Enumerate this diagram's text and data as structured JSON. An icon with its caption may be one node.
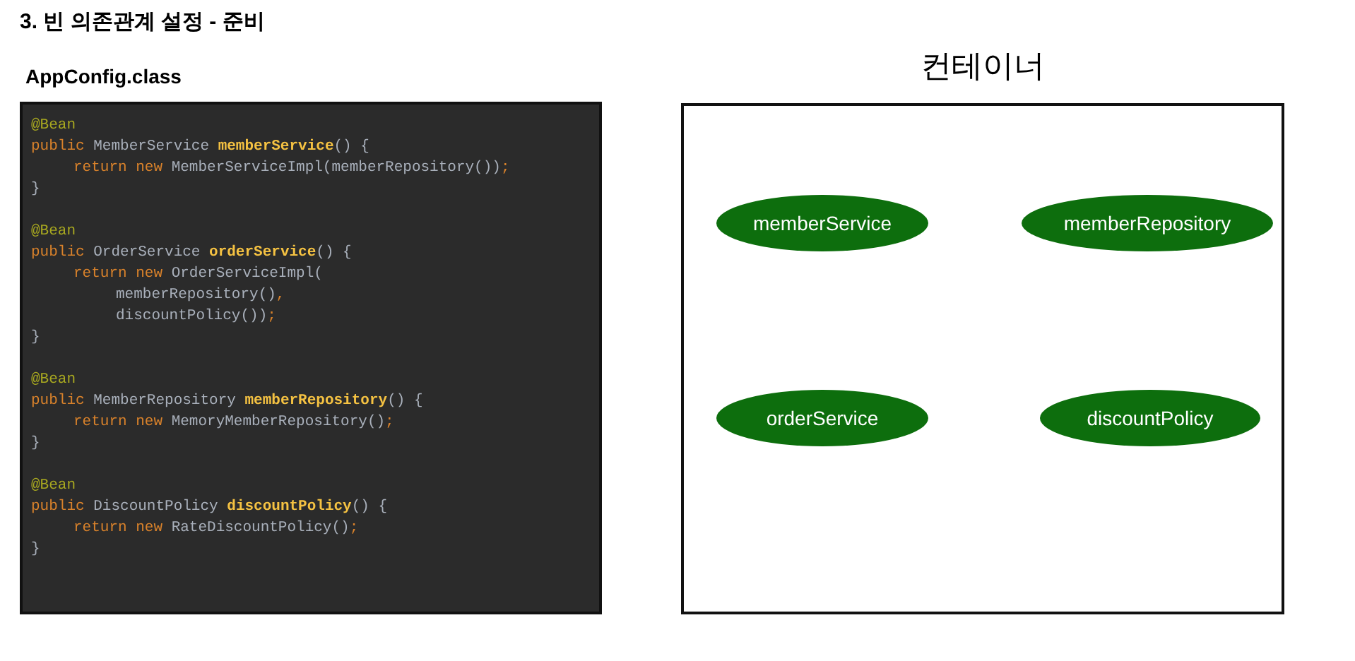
{
  "diagram": {
    "title": "3. 빈 의존관계 설정 - 준비",
    "nodes": [
      {
        "text": [
          "AppConfig.class",
          "@Bean",
          "public MemberService memberService() {",
          "return new MemberServiceImpl(memberRepository());",
          "}",
          "@Bean",
          "public OrderService orderService() {",
          "return new OrderServiceImpl(",
          "memberRepository(),",
          "discountPolicy());",
          "}",
          "@Bean",
          "public MemberRepository memberRepository() {",
          "return new MemoryMemberRepository();",
          "}",
          "@Bean",
          "public DiscountPolicy discountPolicy() {",
          "return new RateDiscountPolicy();",
          "}"
        ]
      },
      {
        "text": [
          "컨테이너"
        ]
      },
      {
        "text": [
          "memberService"
        ],
        "in": 1
      },
      {
        "text": [
          "memberRepository"
        ],
        "in": 1
      },
      {
        "text": [
          "orderService"
        ],
        "in": 1
      },
      {
        "text": [
          "discountPolicy"
        ],
        "in": 1
      }
    ]
  }
}
